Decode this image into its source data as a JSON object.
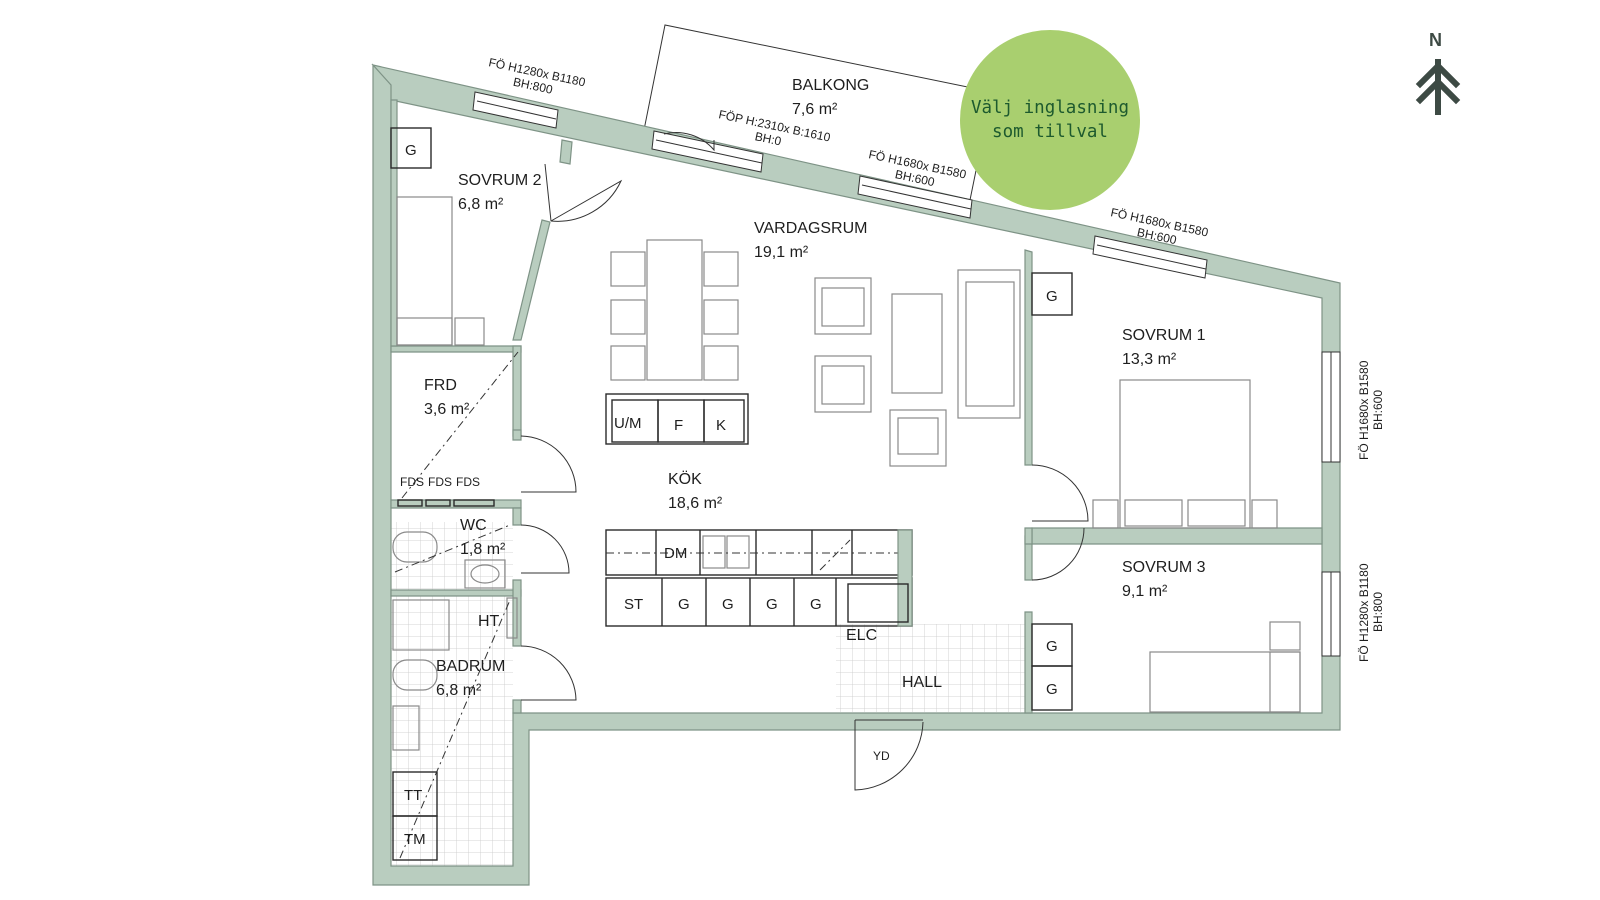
{
  "badge": {
    "text": "Välj inglasning\nsom tillval"
  },
  "compass": {
    "label": "N",
    "icon": "north-arrow-icon"
  },
  "rooms": {
    "balkong": {
      "name": "BALKONG",
      "area": "7,6 m²"
    },
    "sovrum2": {
      "name": "SOVRUM 2",
      "area": "6,8 m²"
    },
    "vardagsrum": {
      "name": "VARDAGSRUM",
      "area": "19,1 m²"
    },
    "sovrum1": {
      "name": "SOVRUM 1",
      "area": "13,3 m²"
    },
    "frd": {
      "name": "FRD",
      "area": "3,6 m²"
    },
    "kok": {
      "name": "KÖK",
      "area": "18,6 m²"
    },
    "wc": {
      "name": "WC",
      "area": "1,8 m²"
    },
    "badrum": {
      "name": "BADRUM",
      "area": "6,8 m²"
    },
    "sovrum3": {
      "name": "SOVRUM 3",
      "area": "9,1 m²"
    },
    "hall": {
      "name": "HALL",
      "area": ""
    }
  },
  "windows": {
    "w1": {
      "line1": "FÖ H1280x B1180",
      "line2": "BH:800"
    },
    "w2": {
      "line1": "FÖP H:2310x B:1610",
      "line2": "BH:0"
    },
    "w3": {
      "line1": "FÖ H1680x B1580",
      "line2": "BH:600"
    },
    "w4": {
      "line1": "FÖ H1680x B1580",
      "line2": "BH:600"
    },
    "w5": {
      "line1": "FÖ H1680x B1580",
      "line2": "BH:600"
    },
    "w6": {
      "line1": "FÖ H1280x B1180",
      "line2": "BH:800"
    }
  },
  "fixtures": {
    "g": "G",
    "um": "U/M",
    "f": "F",
    "k": "K",
    "dm": "DM",
    "st": "ST",
    "fds": "FDS",
    "ht": "HT",
    "tt": "TT",
    "tm": "TM",
    "elc": "ELC",
    "yd": "YD"
  },
  "colors": {
    "wall": "#b9cdbf",
    "badge": "#a9cf6f",
    "badge_text": "#1d5a2e",
    "compass": "#3d4a44"
  }
}
